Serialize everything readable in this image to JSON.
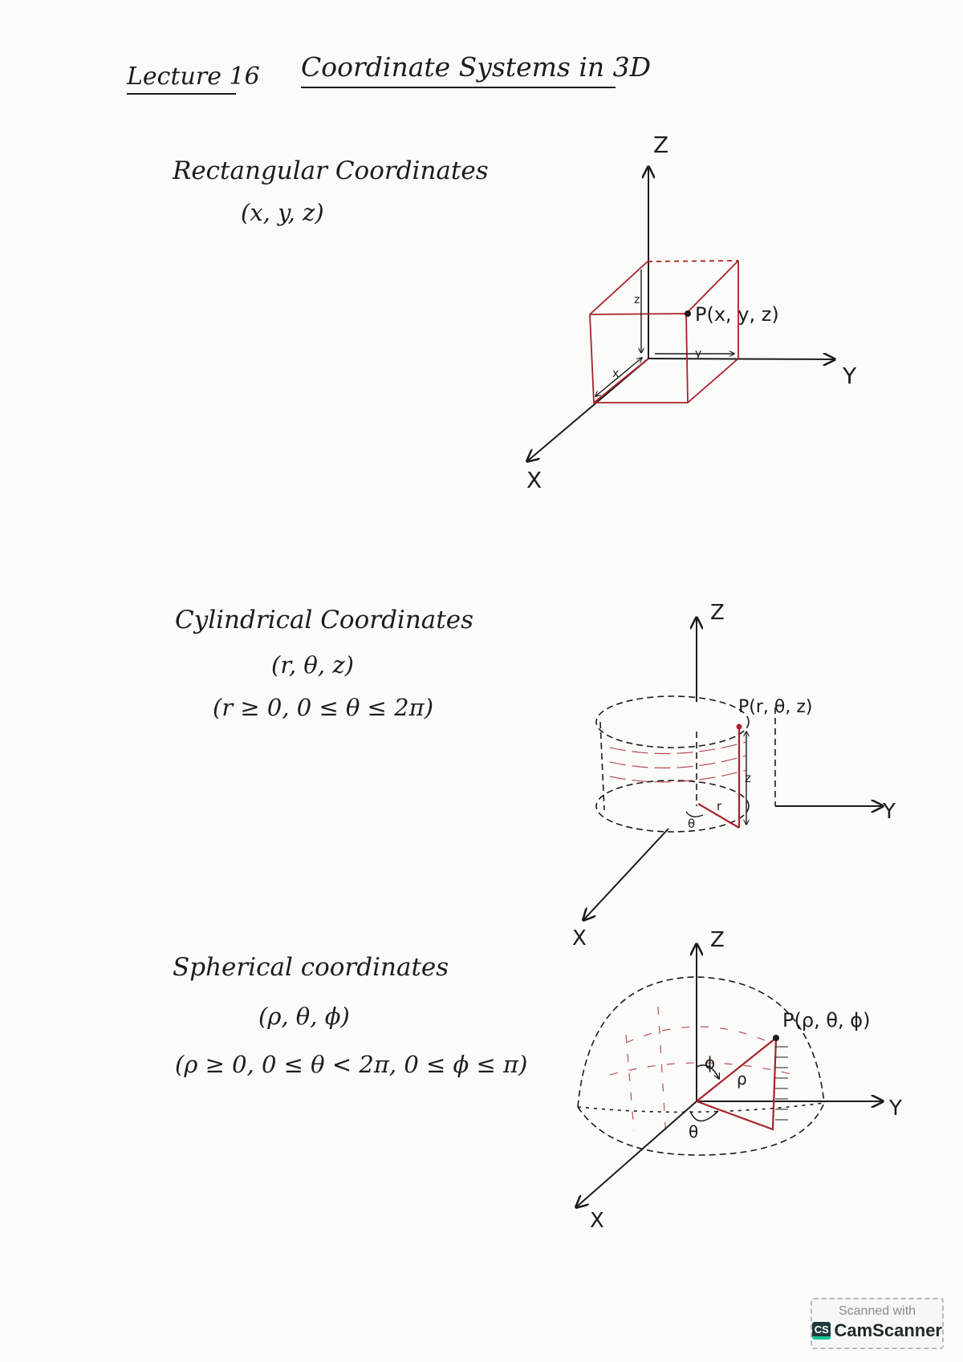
{
  "header": {
    "lecture": "Lecture 16",
    "title": "Coordinate Systems in 3D"
  },
  "colors": {
    "ink": "#1c1c1c",
    "red_ink": "#a8232a",
    "paper": "#fbfbf9"
  },
  "sections": {
    "rectangular": {
      "title": "Rectangular Coordinates",
      "notation": "(x, y, z)",
      "diagram": {
        "axis_z": "Z",
        "axis_y": "Y",
        "axis_x": "X",
        "point_label": "P(x, y, z)",
        "dim_x": "x",
        "dim_y": "y",
        "dim_z": "z"
      }
    },
    "cylindrical": {
      "title": "Cylindrical Coordinates",
      "notation": "(r, θ, z)",
      "constraints": "(r ≥ 0, 0 ≤ θ ≤ 2π)",
      "diagram": {
        "axis_z": "Z",
        "axis_y": "Y",
        "axis_x": "X",
        "point_label": "P(r, θ, z)",
        "dim_r": "r",
        "dim_z": "z",
        "angle": "θ"
      }
    },
    "spherical": {
      "title": "Spherical coordinates",
      "notation": "(ρ, θ, ϕ)",
      "constraints": "(ρ ≥ 0, 0 ≤ θ < 2π, 0 ≤ ϕ ≤ π)",
      "diagram": {
        "axis_z": "Z",
        "axis_y": "Y",
        "axis_x": "X",
        "point_label": "P(ρ, θ, ϕ)",
        "dim_rho": "ρ",
        "angle_theta": "θ",
        "angle_phi": "ϕ"
      }
    }
  },
  "watermark": {
    "line1": "Scanned with",
    "logo": "CS",
    "brand": "CamScanner"
  }
}
